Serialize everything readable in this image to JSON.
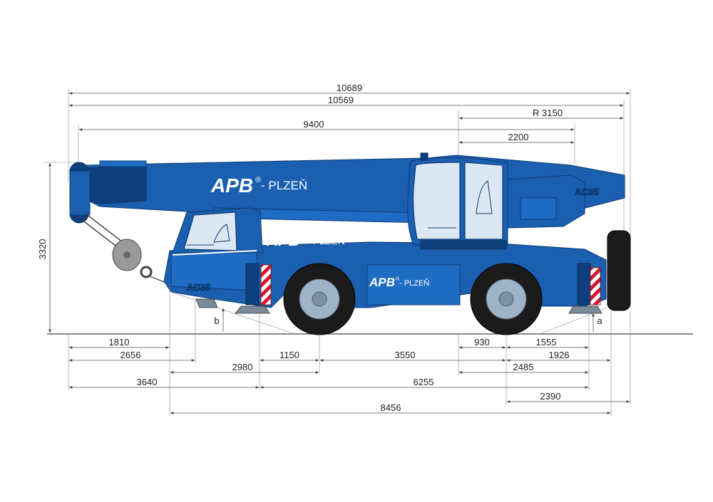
{
  "branding": {
    "logo_main": "APB",
    "logo_reg": "®",
    "logo_city": "- PLZEŇ",
    "model": "AC35"
  },
  "dimensions": {
    "top": [
      "10689",
      "10569",
      "R 3150",
      "9400",
      "2200"
    ],
    "height": "3320",
    "labels": {
      "b": "b",
      "a": "a"
    },
    "bottom": {
      "d1810": "1810",
      "d2656": "2656",
      "d1150": "1150",
      "d3550": "3550",
      "d930": "930",
      "d1555": "1555",
      "d1926": "1926",
      "d2980": "2980",
      "d2485": "2485",
      "d3640": "3640",
      "d6255": "6255",
      "d2390": "2390",
      "d8456": "8456"
    }
  },
  "colors": {
    "crane_blue": "#1a5fb0",
    "marker_red": "#d6172a"
  }
}
